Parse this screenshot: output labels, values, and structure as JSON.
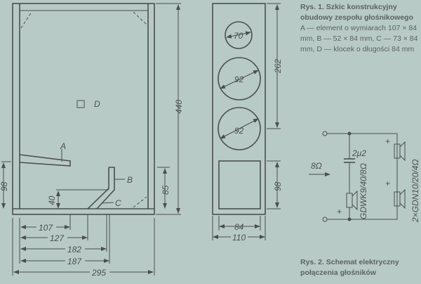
{
  "figure1": {
    "caption_title": "Rys. 1. Szkic konstrukcyjny obudowy zespołu głośnikowego",
    "caption_body": "A — element o wymiarach 107 × 84 mm, B — 52 × 84 mm, C — 73 × 84 mm, D — klocek o długości 84 mm",
    "side_view": {
      "labels": {
        "A": "A",
        "B": "B",
        "C": "C",
        "D": "D"
      },
      "dims": {
        "height": "440",
        "left_98": "98",
        "d40": "40",
        "d85": "85",
        "d107": "107",
        "d127": "127",
        "d182": "182",
        "d187": "187",
        "d295": "295"
      }
    },
    "front_view": {
      "dims": {
        "hole_small": "70",
        "hole_mid": "92",
        "hole_low": "92",
        "d262": "262",
        "d98": "98",
        "d84": "84",
        "d110": "110"
      }
    }
  },
  "figure2": {
    "caption": "Rys. 2. Schemat elektryczny połączenia głośników",
    "input": "8Ω",
    "capacitor": "2μ2",
    "tweeter": "GDWK9/40/8Ω",
    "woofers": "2×GDN10/20/4Ω",
    "plus": "+"
  }
}
